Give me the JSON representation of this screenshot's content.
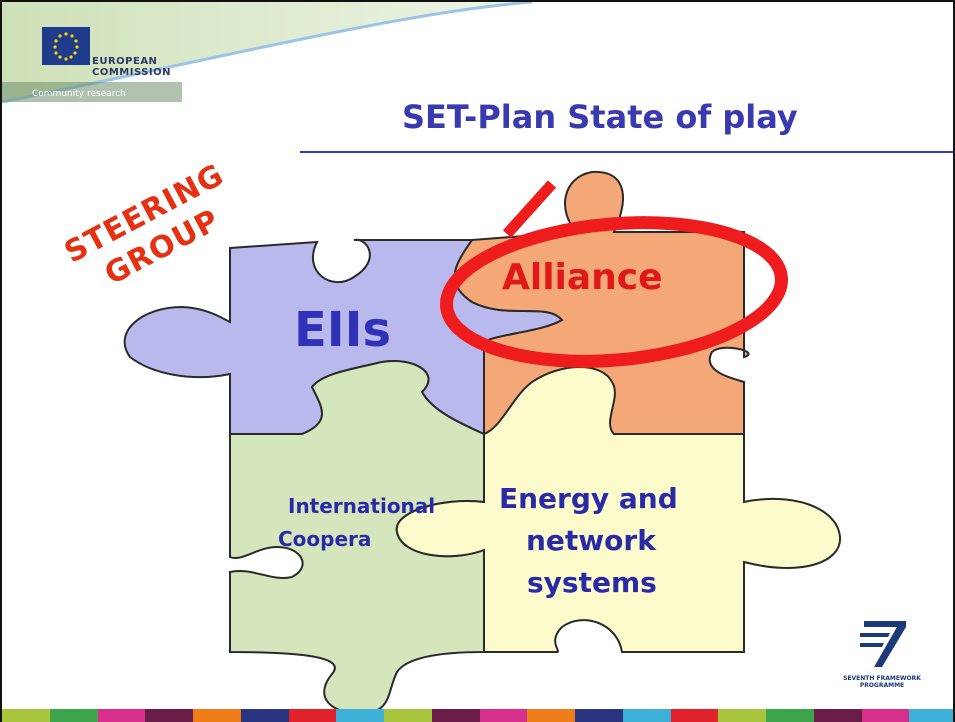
{
  "header": {
    "logo_line1": "EUROPEAN",
    "logo_line2": "COMMISSION",
    "community": "Community research"
  },
  "title": "SET-Plan State of play",
  "steering": {
    "line1": "STEERING",
    "line2": "GROUP"
  },
  "puzzle": {
    "eiis": "EIIs",
    "alliance": "Alliance",
    "international_line1": "International",
    "international_line2": "Coopera",
    "energy_line1": "Energy and",
    "energy_line2": "network",
    "energy_line3": "systems"
  },
  "fp7": {
    "line1": "SEVENTH FRAMEWORK",
    "line2": "PROGRAMME"
  },
  "colors": {
    "title": "#3a3ab0",
    "steering": "#e53012",
    "eiis_piece": "#b8b8ee",
    "alliance_piece": "#f4a878",
    "international_piece": "#d6e6bc",
    "energy_piece": "#fbfbcc",
    "alliance_ring": "#ee1c1c",
    "footer_segments": [
      "#a8c43c",
      "#3da44b",
      "#d62f8c",
      "#6b1d4a",
      "#ef7d1a",
      "#2a3580",
      "#e0222c",
      "#3fb0d6",
      "#a8c43c",
      "#6b1d4a",
      "#d62f8c",
      "#ef7d1a",
      "#2a3580",
      "#3fb0d6",
      "#e0222c",
      "#a8c43c",
      "#3da44b",
      "#6b1d4a",
      "#d62f8c",
      "#3fb0d6"
    ]
  },
  "icons": [
    "eu-flag-icon",
    "fp7-logo-icon"
  ]
}
